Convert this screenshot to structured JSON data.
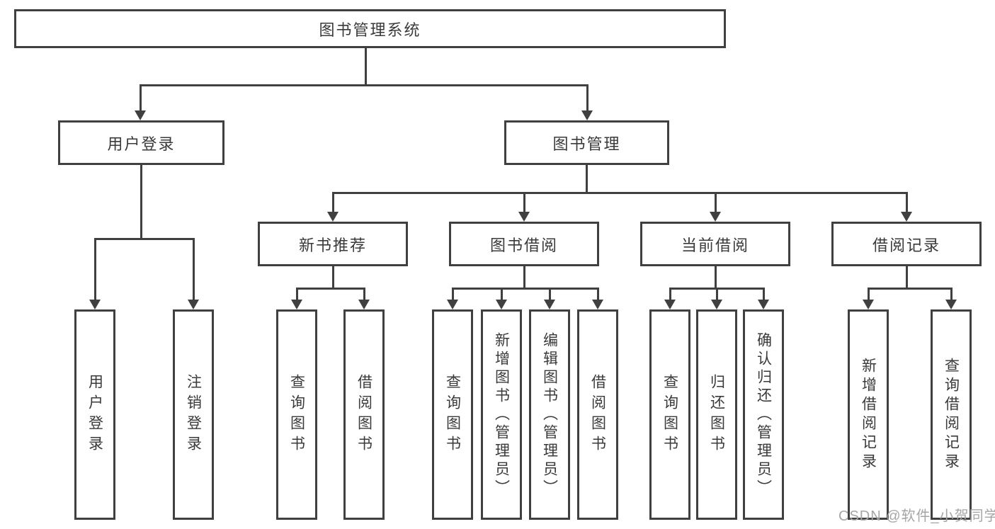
{
  "colors": {
    "line": "#404040",
    "text": "#3a3a3a",
    "watermark_text_color": "#a6a6a6",
    "background": "#ffffff"
  },
  "tree": {
    "root": {
      "label": "图书管理系统",
      "children": [
        {
          "label": "用户登录",
          "children": [
            {
              "label": "用户登录"
            },
            {
              "label": "注销登录"
            }
          ]
        },
        {
          "label": "图书管理",
          "children": [
            {
              "label": "新书推荐",
              "children": [
                {
                  "label": "查询图书"
                },
                {
                  "label": "借阅图书"
                }
              ]
            },
            {
              "label": "图书借阅",
              "children": [
                {
                  "label": "查询图书"
                },
                {
                  "label": "新增图书（管理员）"
                },
                {
                  "label": "编辑图书（管理员）"
                },
                {
                  "label": "借阅图书"
                }
              ]
            },
            {
              "label": "当前借阅",
              "children": [
                {
                  "label": "查询图书"
                },
                {
                  "label": "归还图书"
                },
                {
                  "label": "确认归还（管理员）"
                }
              ]
            },
            {
              "label": "借阅记录",
              "children": [
                {
                  "label": "新增借阅记录"
                },
                {
                  "label": "查询借阅记录"
                }
              ]
            }
          ]
        }
      ]
    }
  },
  "watermark": {
    "text": "CSDN @软件_小贺同学"
  }
}
